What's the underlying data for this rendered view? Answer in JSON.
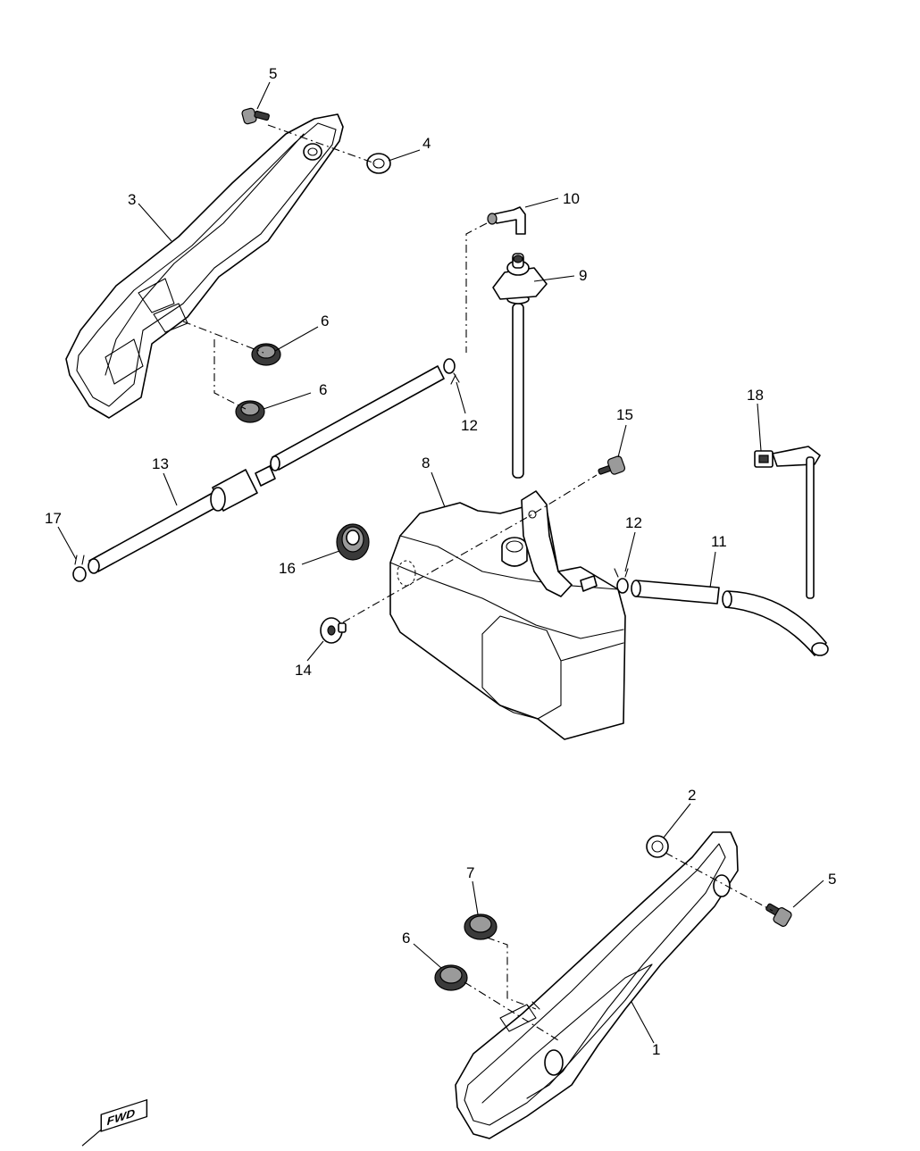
{
  "callouts": {
    "c1": "1",
    "c2": "2",
    "c3": "3",
    "c4": "4",
    "c5a": "5",
    "c5b": "5",
    "c6a": "6",
    "c6b": "6",
    "c6c": "6",
    "c7": "7",
    "c8": "8",
    "c9": "9",
    "c10": "10",
    "c11": "11",
    "c12a": "12",
    "c12b": "12",
    "c13": "13",
    "c14": "14",
    "c15": "15",
    "c16": "16",
    "c17": "17",
    "c18": "18"
  },
  "fwd_mark": "FWD"
}
